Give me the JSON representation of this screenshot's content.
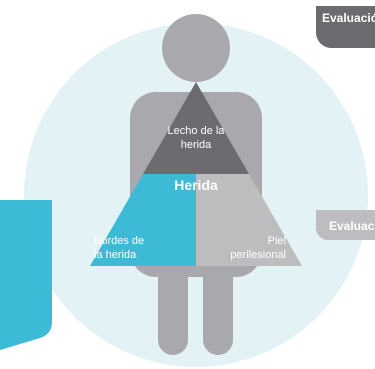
{
  "diagram": {
    "center_label": "Herida",
    "segments": [
      {
        "id": "lecho",
        "label_line1": "Lecho de la",
        "label_line2": "herida",
        "color": "#6b6b70"
      },
      {
        "id": "bordes",
        "label_line1": "Bordes de",
        "label_line2": "la herida",
        "color": "#3dbad6"
      },
      {
        "id": "piel",
        "label_line1": "Piel",
        "label_line2": "perilesional",
        "color": "#bdbdbf"
      }
    ],
    "tabs": [
      {
        "id": "tab-top",
        "label": "Evaluación",
        "color": "#6b6b70"
      },
      {
        "id": "tab-mid",
        "label": "Evaluación",
        "color": "#bdbdbf"
      }
    ],
    "colors": {
      "circle": "#e3f3f5",
      "silhouette": "#a9a9ad",
      "left_panel": "#3dbad6"
    }
  }
}
